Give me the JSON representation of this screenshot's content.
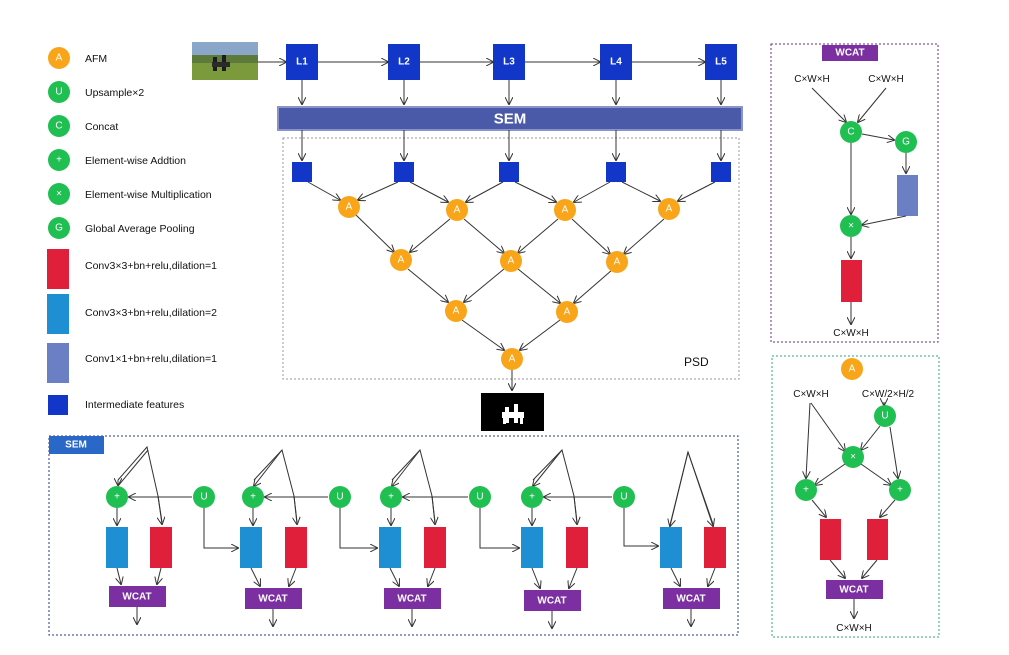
{
  "legend": {
    "items": [
      {
        "symbol": "A",
        "label": "AFM"
      },
      {
        "symbol": "U",
        "label": "Upsample×2"
      },
      {
        "symbol": "C",
        "label": "Concat"
      },
      {
        "symbol": "+",
        "label": "Element-wise Addtion"
      },
      {
        "symbol": "×",
        "label": "Element-wise Multiplication"
      },
      {
        "symbol": "G",
        "label": "Global Average Pooling"
      },
      {
        "symbol": "",
        "label": "Conv3×3+bn+relu,dilation=1",
        "color": "#e0203a"
      },
      {
        "symbol": "",
        "label": "Conv3×3+bn+relu,dilation=2",
        "color": "#1f8fd4"
      },
      {
        "symbol": "",
        "label": "Conv1×1+bn+relu,dilation=1",
        "color": "#6a7fc4"
      },
      {
        "symbol": "",
        "label": "Intermediate features",
        "color": "#1236c8"
      }
    ]
  },
  "main": {
    "levels": [
      "L1",
      "L2",
      "L3",
      "L4",
      "L5"
    ],
    "sem_bar": "SEM",
    "psd_label": "PSD",
    "afm_symbol": "A"
  },
  "wcat_panel": {
    "title": "WCAT",
    "input1": "C×W×H",
    "input2": "C×W×H",
    "concat": "C",
    "gap": "G",
    "mult": "×",
    "output": "C×W×H"
  },
  "afm_panel": {
    "title": "A",
    "input1": "C×W×H",
    "input2": "C×W/2×H/2",
    "up": "U",
    "mult": "×",
    "add1": "+",
    "add2": "+",
    "wcat": "WCAT",
    "output": "C×W×H"
  },
  "sem_panel": {
    "title": "SEM",
    "add": "+",
    "up": "U",
    "wcat": "WCAT"
  },
  "colors": {
    "afm": "#f9a51a",
    "op_green": "#1fbf52",
    "conv_d1": "#e0203a",
    "conv_d2": "#1f8fd4",
    "conv_1x1": "#6a7fc4",
    "feature": "#1236c8",
    "sem_bar": "#4a5aa8",
    "wcat": "#7b2fa0",
    "border_wcat": "#6b2f8a",
    "border_afm": "#2eaa7a",
    "border_sem": "#2a3a8a"
  }
}
